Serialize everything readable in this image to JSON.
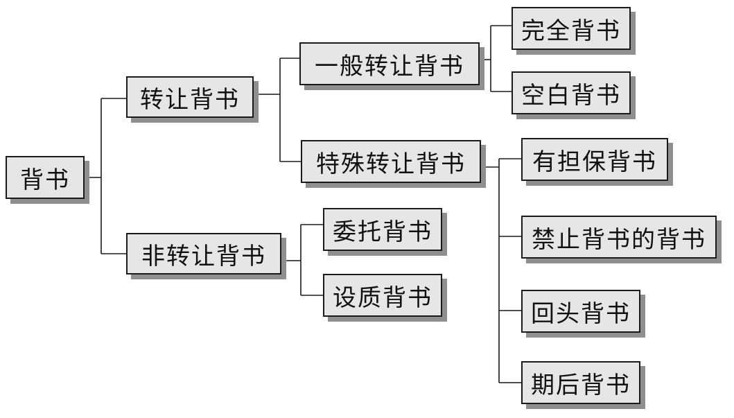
{
  "root": {
    "label": "背书"
  },
  "branch_transfer": {
    "label": "转让背书",
    "general": {
      "label": "一般转让背书",
      "children": [
        "完全背书",
        "空白背书"
      ]
    },
    "special": {
      "label": "特殊转让背书",
      "children": [
        "有担保背书",
        "禁止背书的背书",
        "回头背书",
        "期后背书"
      ]
    }
  },
  "branch_non_transfer": {
    "label": "非转让背书",
    "children": [
      "委托背书",
      "设质背书"
    ]
  }
}
